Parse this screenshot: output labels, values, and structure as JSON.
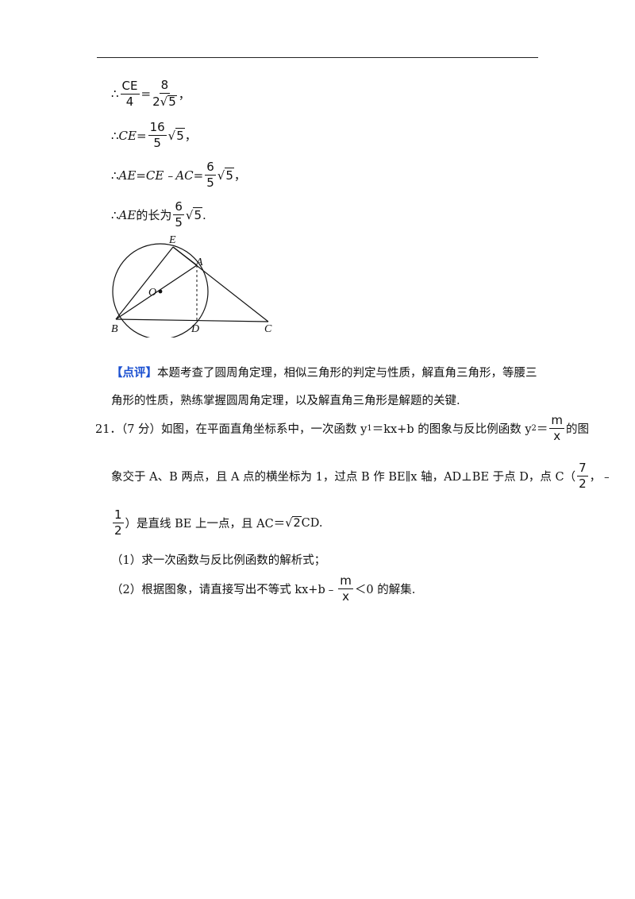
{
  "steps": {
    "s1": {
      "prefix": "∴",
      "num": "CE",
      "den": "4",
      "eq": "=",
      "rnum": "8",
      "rden_coef": "2",
      "rden_rad": "5",
      "suffix": "，"
    },
    "s2": {
      "prefix": "∴",
      "lhs": "CE",
      "eq": "=",
      "num": "16",
      "den": "5",
      "rad": "5",
      "suffix": "，"
    },
    "s3": {
      "prefix": "∴",
      "lhs": "AE",
      "mid": "=CE﹣AC=",
      "num": "6",
      "den": "5",
      "rad": "5",
      "suffix": "，"
    },
    "s4": {
      "prefix": "∴",
      "lhs": "AE",
      "text": "的长为",
      "num": "6",
      "den": "5",
      "rad": "5",
      "suffix": "."
    }
  },
  "figure": {
    "labels": {
      "E": "E",
      "A": "A",
      "O": "O",
      "B": "B",
      "D": "D",
      "C": "C"
    }
  },
  "comment": {
    "tag": "【点评】",
    "text": "本题考查了圆周角定理，相似三角形的判定与性质，解直角三角形，等腰三角形的性质，熟练掌握圆周角定理，以及解直角三角形是解题的关键."
  },
  "problem21": {
    "line1a": "21．（7 分）如图，在平面直角坐标系中，一次函数 y",
    "sub1": "1",
    "line1b": "＝kx+b 的图象与反比例函数 y",
    "sub2": "2",
    "line1c": "＝",
    "frac_num": "m",
    "frac_den": "x",
    "line1d": "的图",
    "line2a": "象交于 A、B 两点，且 A 点的横坐标为 1，过点 B 作 BE∥x 轴，AD⊥BE 于点 D，点 C（",
    "line2_num": "7",
    "line2_den": "2",
    "line2b": "，﹣",
    "line3_num": "1",
    "line3_den": "2",
    "line3a": "）是直线 BE 上一点，且 AC＝",
    "line3_rad": "2",
    "line3b": "CD.",
    "q1": "（1）求一次函数与反比例函数的解析式；",
    "q2a": "（2）根据图象，请直接写出不等式 kx+b﹣",
    "q2_num": "m",
    "q2_den": "x",
    "q2b": "＜0 的解集."
  }
}
